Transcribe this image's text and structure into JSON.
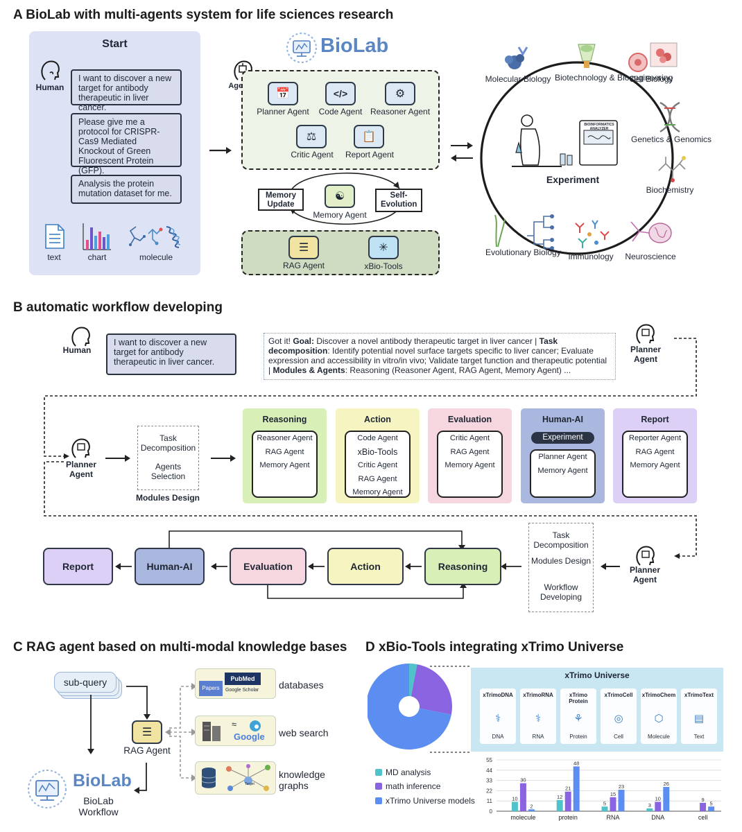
{
  "panel_a": {
    "title": "A  BioLab with multi-agents system for life sciences research",
    "start": "Start",
    "human": "Human",
    "q1": "I want to discover a new target for antibody therapeutic in liver cancer.",
    "q2": "Please give me a protocol for CRISPR-Cas9 Mediated Knockout of Green Fluorescent Protein (GFP).",
    "q3": "Analysis the protein mutation dataset for me.",
    "mod_text": "text",
    "mod_chart": "chart",
    "mod_molecule": "molecule",
    "brand": "BioLab",
    "agents": "Agents",
    "planner": "Planner Agent",
    "code": "Code Agent",
    "reasoner": "Reasoner Agent",
    "critic": "Critic Agent",
    "report": "Report Agent",
    "mem_update": "Memory Update",
    "memory": "Memory Agent",
    "self_evo": "Self-Evolution",
    "rag": "RAG Agent",
    "xbio": "xBio-Tools",
    "experiment": "Experiment",
    "analyzer": "BIOINFORMATICS ANALYZER",
    "fields": {
      "molbio": "Molecular Biology",
      "biotech": "Biotechnology & Bioengineering",
      "cell": "Cell Biology",
      "genetics": "Genetics & Genomics",
      "biochem": "Biochemistry",
      "neuro": "Neuroscience",
      "immuno": "Immunology",
      "evo": "Evolutionary Biology"
    }
  },
  "panel_b": {
    "title": "B  automatic workflow developing",
    "human": "Human",
    "query": "I want to discover a new target for antibody therapeutic in liver cancer.",
    "resp_got": "Got it! ",
    "resp_goal_k": "Goal:",
    "resp_goal": " Discover a novel antibody therapeutic target in liver cancer | ",
    "resp_task_k": "Task decomposition",
    "resp_task": ": Identify potential novel surface targets specific to liver cancer; Evaluate expression and accessibility in vitro/in vivo; Validate target function and therapeutic potential | ",
    "resp_mod_k": "Modules & Agents",
    "resp_mod": ": Reasoning (Reasoner Agent, RAG Agent, Memory Agent) ...",
    "planner": "Planner Agent",
    "task_decomp": "Task Decomposition",
    "agents_sel": "Agents Selection",
    "modules_design": "Modules Design",
    "modules": {
      "reasoning": {
        "title": "Reasoning",
        "a1": "Reasoner Agent",
        "a2": "RAG Agent",
        "a3": "Memory Agent"
      },
      "action": {
        "title": "Action",
        "a1": "Code Agent",
        "a2": "xBio-Tools",
        "a3": "Critic Agent",
        "a4": "RAG Agent",
        "a5": "Memory Agent"
      },
      "evaluation": {
        "title": "Evaluation",
        "a1": "Critic Agent",
        "a2": "RAG Agent",
        "a3": "Memory Agent"
      },
      "humanai": {
        "title": "Human-AI",
        "exp": "Experiment",
        "a1": "Planner Agent",
        "a2": "Memory Agent"
      },
      "report": {
        "title": "Report",
        "a1": "Reporter Agent",
        "a2": "RAG Agent",
        "a3": "Memory Agent"
      }
    },
    "flow": {
      "report": "Report",
      "humanai": "Human-AI",
      "evaluation": "Evaluation",
      "action": "Action",
      "reasoning": "Reasoning"
    },
    "wf_task": "Task Decomposition",
    "wf_modules": "Modules Design",
    "wf_workflow": "Workflow Developing"
  },
  "panel_c": {
    "title": "C  RAG agent based on multi-modal knowledge bases",
    "subquery": "sub-query",
    "rag": "RAG Agent",
    "brand": "BioLab",
    "workflow": "BioLab Workflow",
    "databases": "databases",
    "web": "web search",
    "kg": "knowledge graphs",
    "papers": "Papers",
    "pubmed": "PubMed",
    "scholar": "Google Scholar",
    "google": "Google",
    "target": "Target"
  },
  "panel_d": {
    "title": "D  xBio-Tools integrating xTrimo Universe",
    "universe": "xTrimo Universe",
    "cards": [
      {
        "name": "xTrimoDNA",
        "label": "DNA",
        "icon": "dna-icon"
      },
      {
        "name": "xTrimoRNA",
        "label": "RNA",
        "icon": "rna-icon"
      },
      {
        "name": "xTrimo Protein",
        "label": "Protein",
        "icon": "protein-icon"
      },
      {
        "name": "xTrimoCell",
        "label": "Cell",
        "icon": "cell-icon"
      },
      {
        "name": "xTrimoChem",
        "label": "Molecule",
        "icon": "molecule-icon"
      },
      {
        "name": "xTrimoText",
        "label": "Text",
        "icon": "text-icon"
      }
    ],
    "legend": [
      "MD analysis",
      "math inference",
      "xTrimo Universe models"
    ]
  },
  "chart_data": [
    {
      "type": "pie",
      "title": "",
      "labels": [
        "MD analysis",
        "math inference",
        "xTrimo Universe models"
      ],
      "values": [
        3,
        25,
        72
      ],
      "colors": [
        "#4fc3c9",
        "#8a63e0",
        "#5b8ef0"
      ]
    },
    {
      "type": "bar",
      "title": "",
      "categories": [
        "molecule",
        "protein",
        "RNA",
        "DNA",
        "cell"
      ],
      "series": [
        {
          "name": "MD analysis",
          "values": [
            10,
            12,
            5,
            3,
            0
          ],
          "color": "#4fc3c9"
        },
        {
          "name": "math inference",
          "values": [
            30,
            21,
            15,
            10,
            9
          ],
          "color": "#8a63e0"
        },
        {
          "name": "xTrimo Universe models",
          "values": [
            2,
            48,
            23,
            26,
            5
          ],
          "color": "#5b8ef0"
        }
      ],
      "yticks": [
        0,
        11,
        22,
        33,
        44,
        55
      ],
      "ylim": [
        0,
        55
      ],
      "xlabel": "",
      "ylabel": ""
    }
  ]
}
